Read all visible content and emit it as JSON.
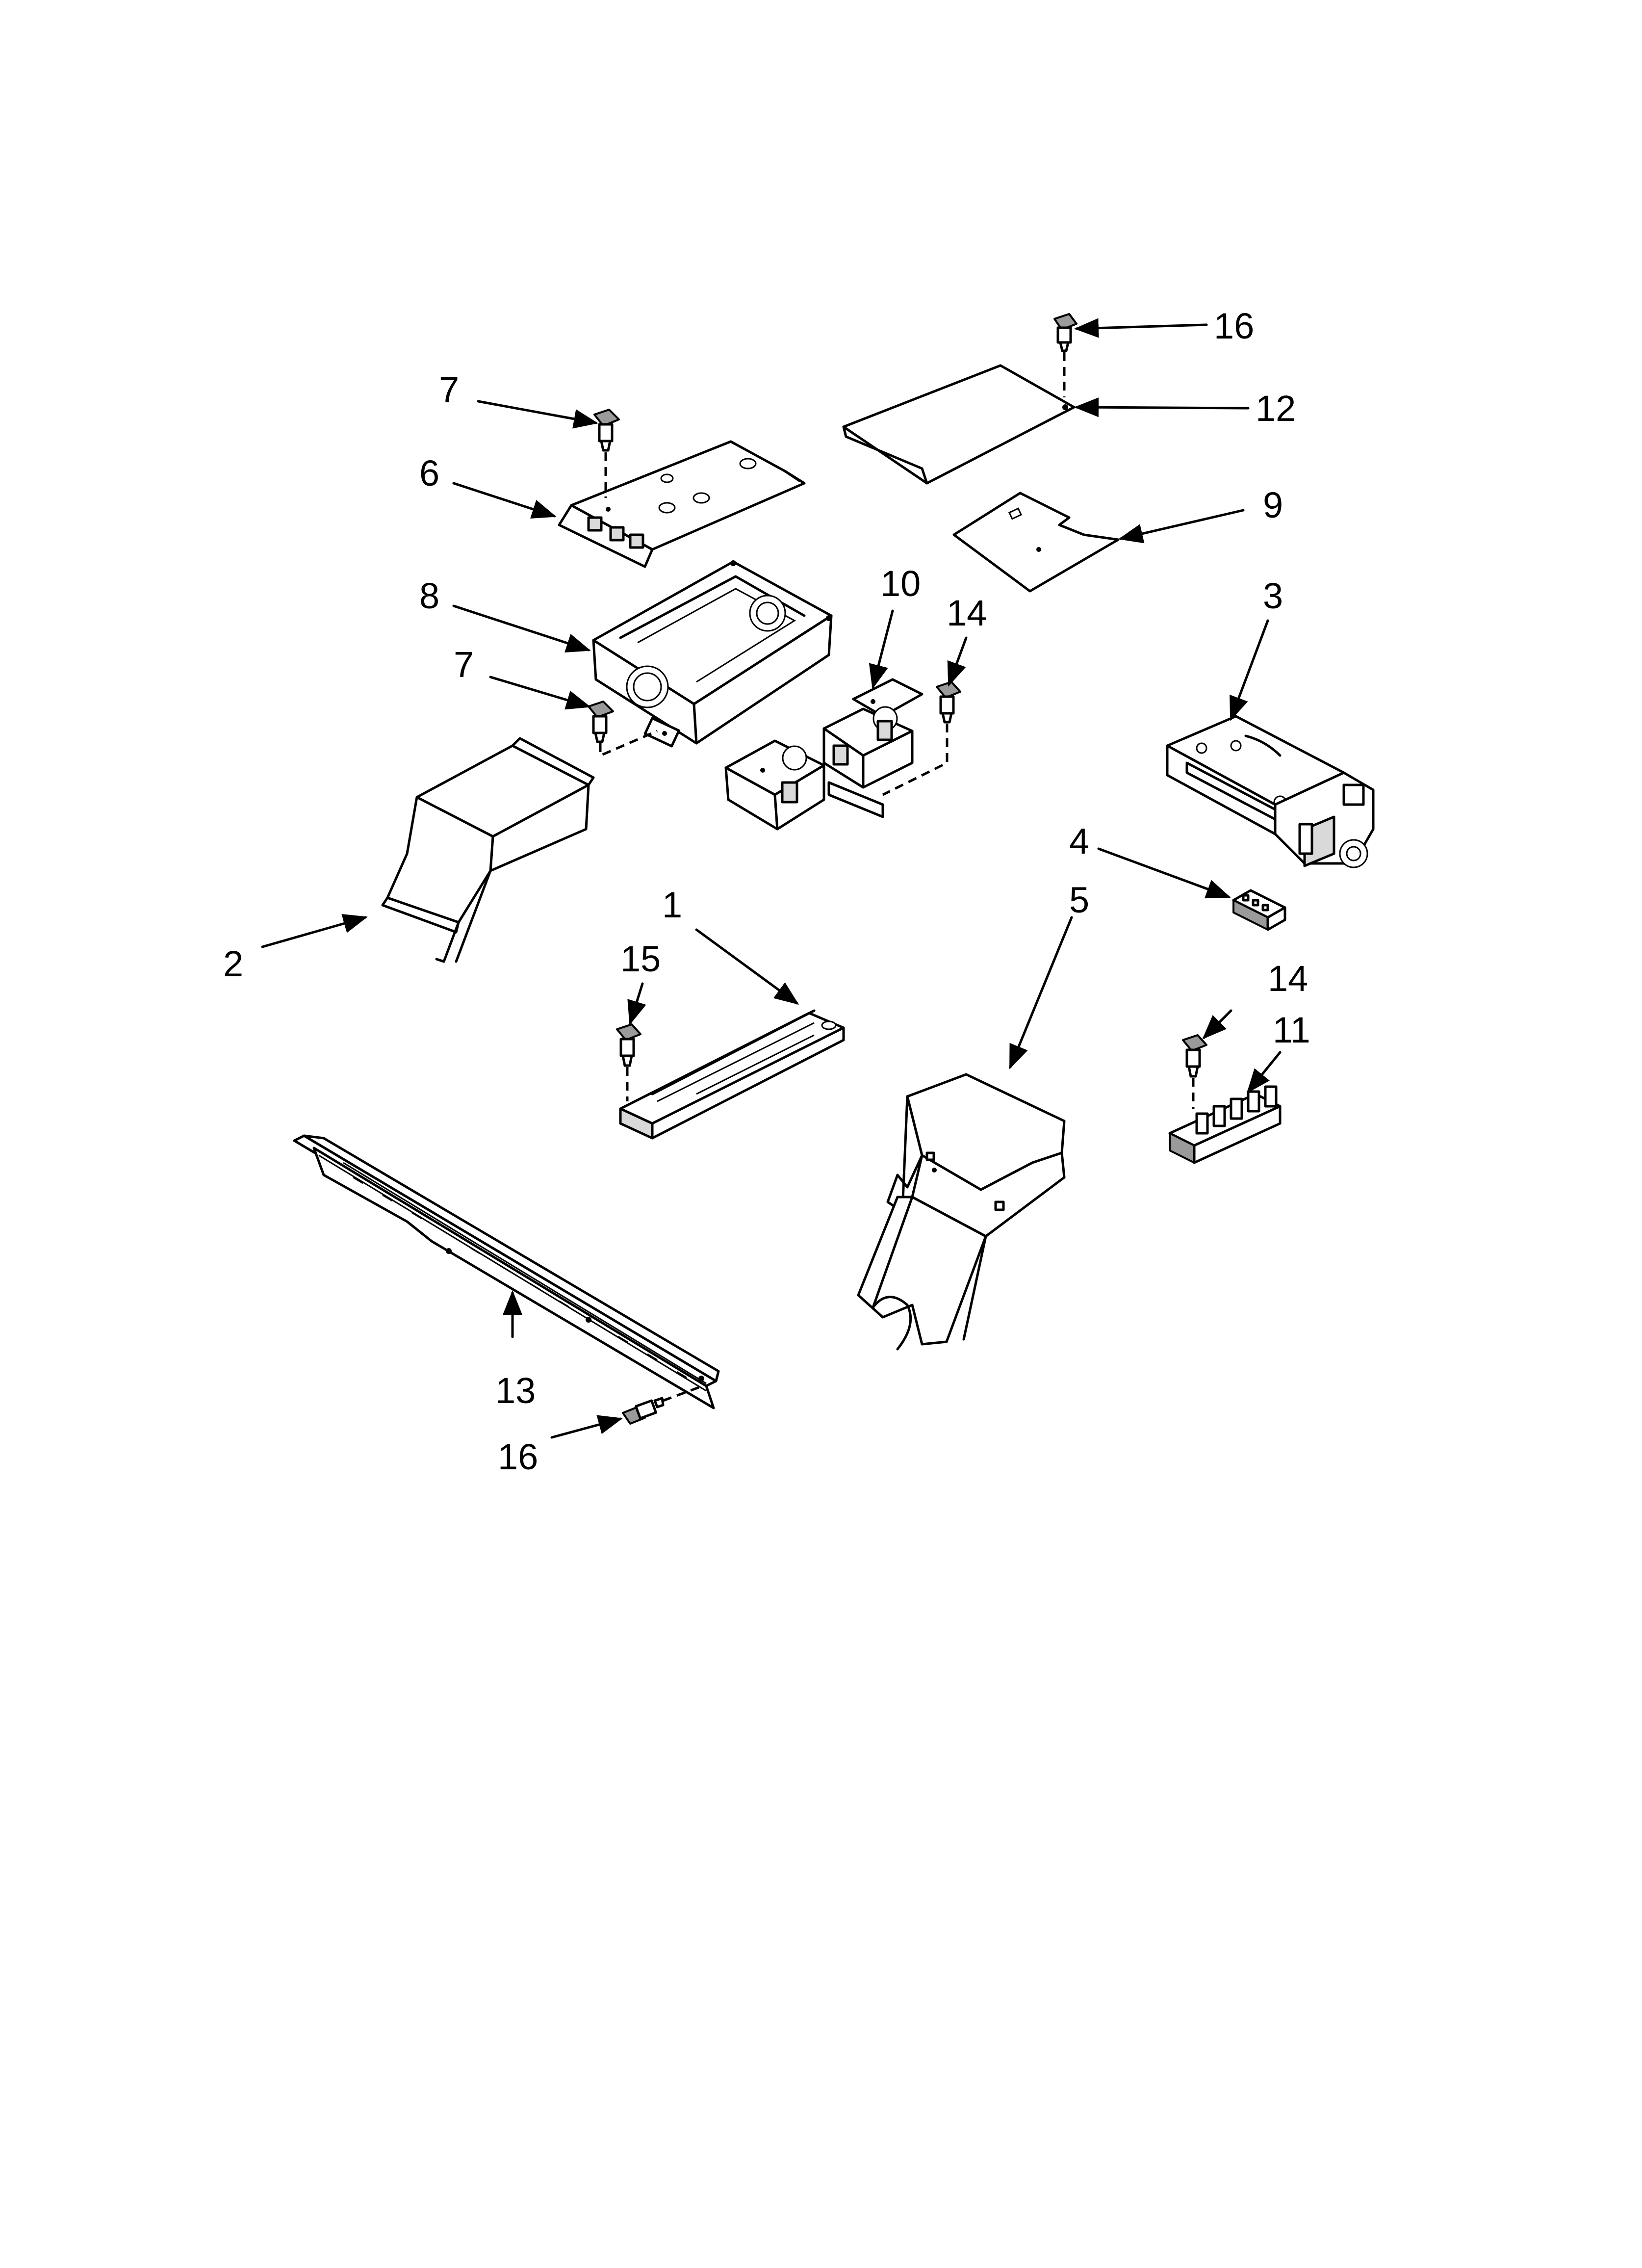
{
  "diagram": {
    "type": "exploded-parts-view",
    "callouts": {
      "c1": "1",
      "c2": "2",
      "c3": "3",
      "c4": "4",
      "c5": "5",
      "c6": "6",
      "c7a": "7",
      "c7b": "7",
      "c8": "8",
      "c9": "9",
      "c10": "10",
      "c11": "11",
      "c12": "12",
      "c13": "13",
      "c14a": "14",
      "c14b": "14",
      "c15": "15",
      "c16a": "16",
      "c16b": "16"
    }
  }
}
